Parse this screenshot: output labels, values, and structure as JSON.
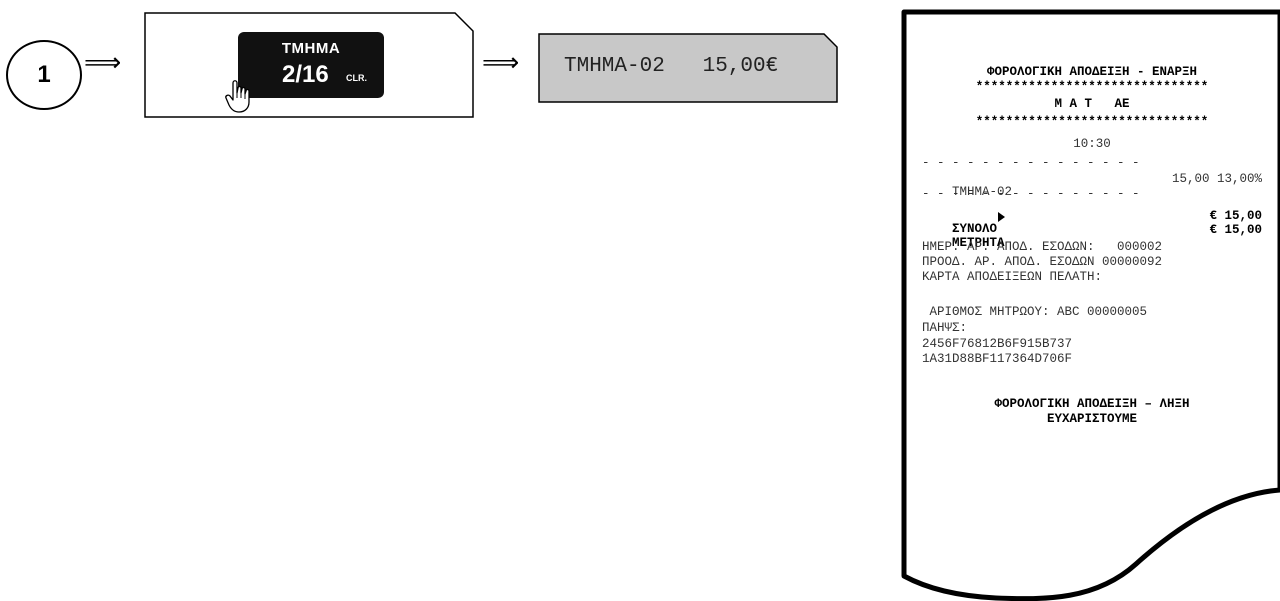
{
  "step": {
    "number": "1"
  },
  "arrows": {
    "symbol": "⟹"
  },
  "key": {
    "line1": "TMHMA",
    "line2": "2/16",
    "line2_small": "CLR."
  },
  "display": {
    "text": "TMHMA-02   15,00€"
  },
  "receipt": {
    "header": "ΦΟΡΟΛΟΓΙΚΗ ΑΠΟΔΕΙΞΗ - ΕΝΑΡΞΗ",
    "stars": "*******************************",
    "company": "Μ Α Τ   ΑΕ",
    "time": "10:30",
    "dashes": "- - - - - - - - - - - - - - -",
    "item": {
      "name": "TMHMA-02",
      "amount": "15,00 13,00%"
    },
    "total": {
      "label": "ΣΥΝΟΛΟ",
      "value": "€ 15,00"
    },
    "cash": {
      "label": "ΜΕΤΡΗΤΑ",
      "value": "€ 15,00"
    },
    "daily_no": "ΗΜΕΡ. ΑΡ. ΑΠΟΔ. ΕΣΟΔΩΝ:   000002",
    "progressive_no": "ΠΡΟΟΔ. ΑΡ. ΑΠΟΔ. ΕΣΟΔΩΝ 00000092",
    "loyalty": "ΚΑΡΤΑ ΑΠΟΔΕΙΞΕΩΝ ΠΕΛΑΤΗ:",
    "registry": " ΑΡΙΘΜΟΣ ΜΗΤΡΩΟΥ: ABC 00000005",
    "pahps_label": "ΠΑΗΨΣ:",
    "pahps_1": "2456F76812B6F915B737",
    "pahps_2": "1A31D88BF117364D706F",
    "footer": "ΦΟΡΟΛΟΓΙΚΗ ΑΠΟΔΕΙΞΗ – ΛΗΞΗ",
    "thanks": "ΕΥΧΑΡΙΣΤΟΥΜΕ"
  }
}
